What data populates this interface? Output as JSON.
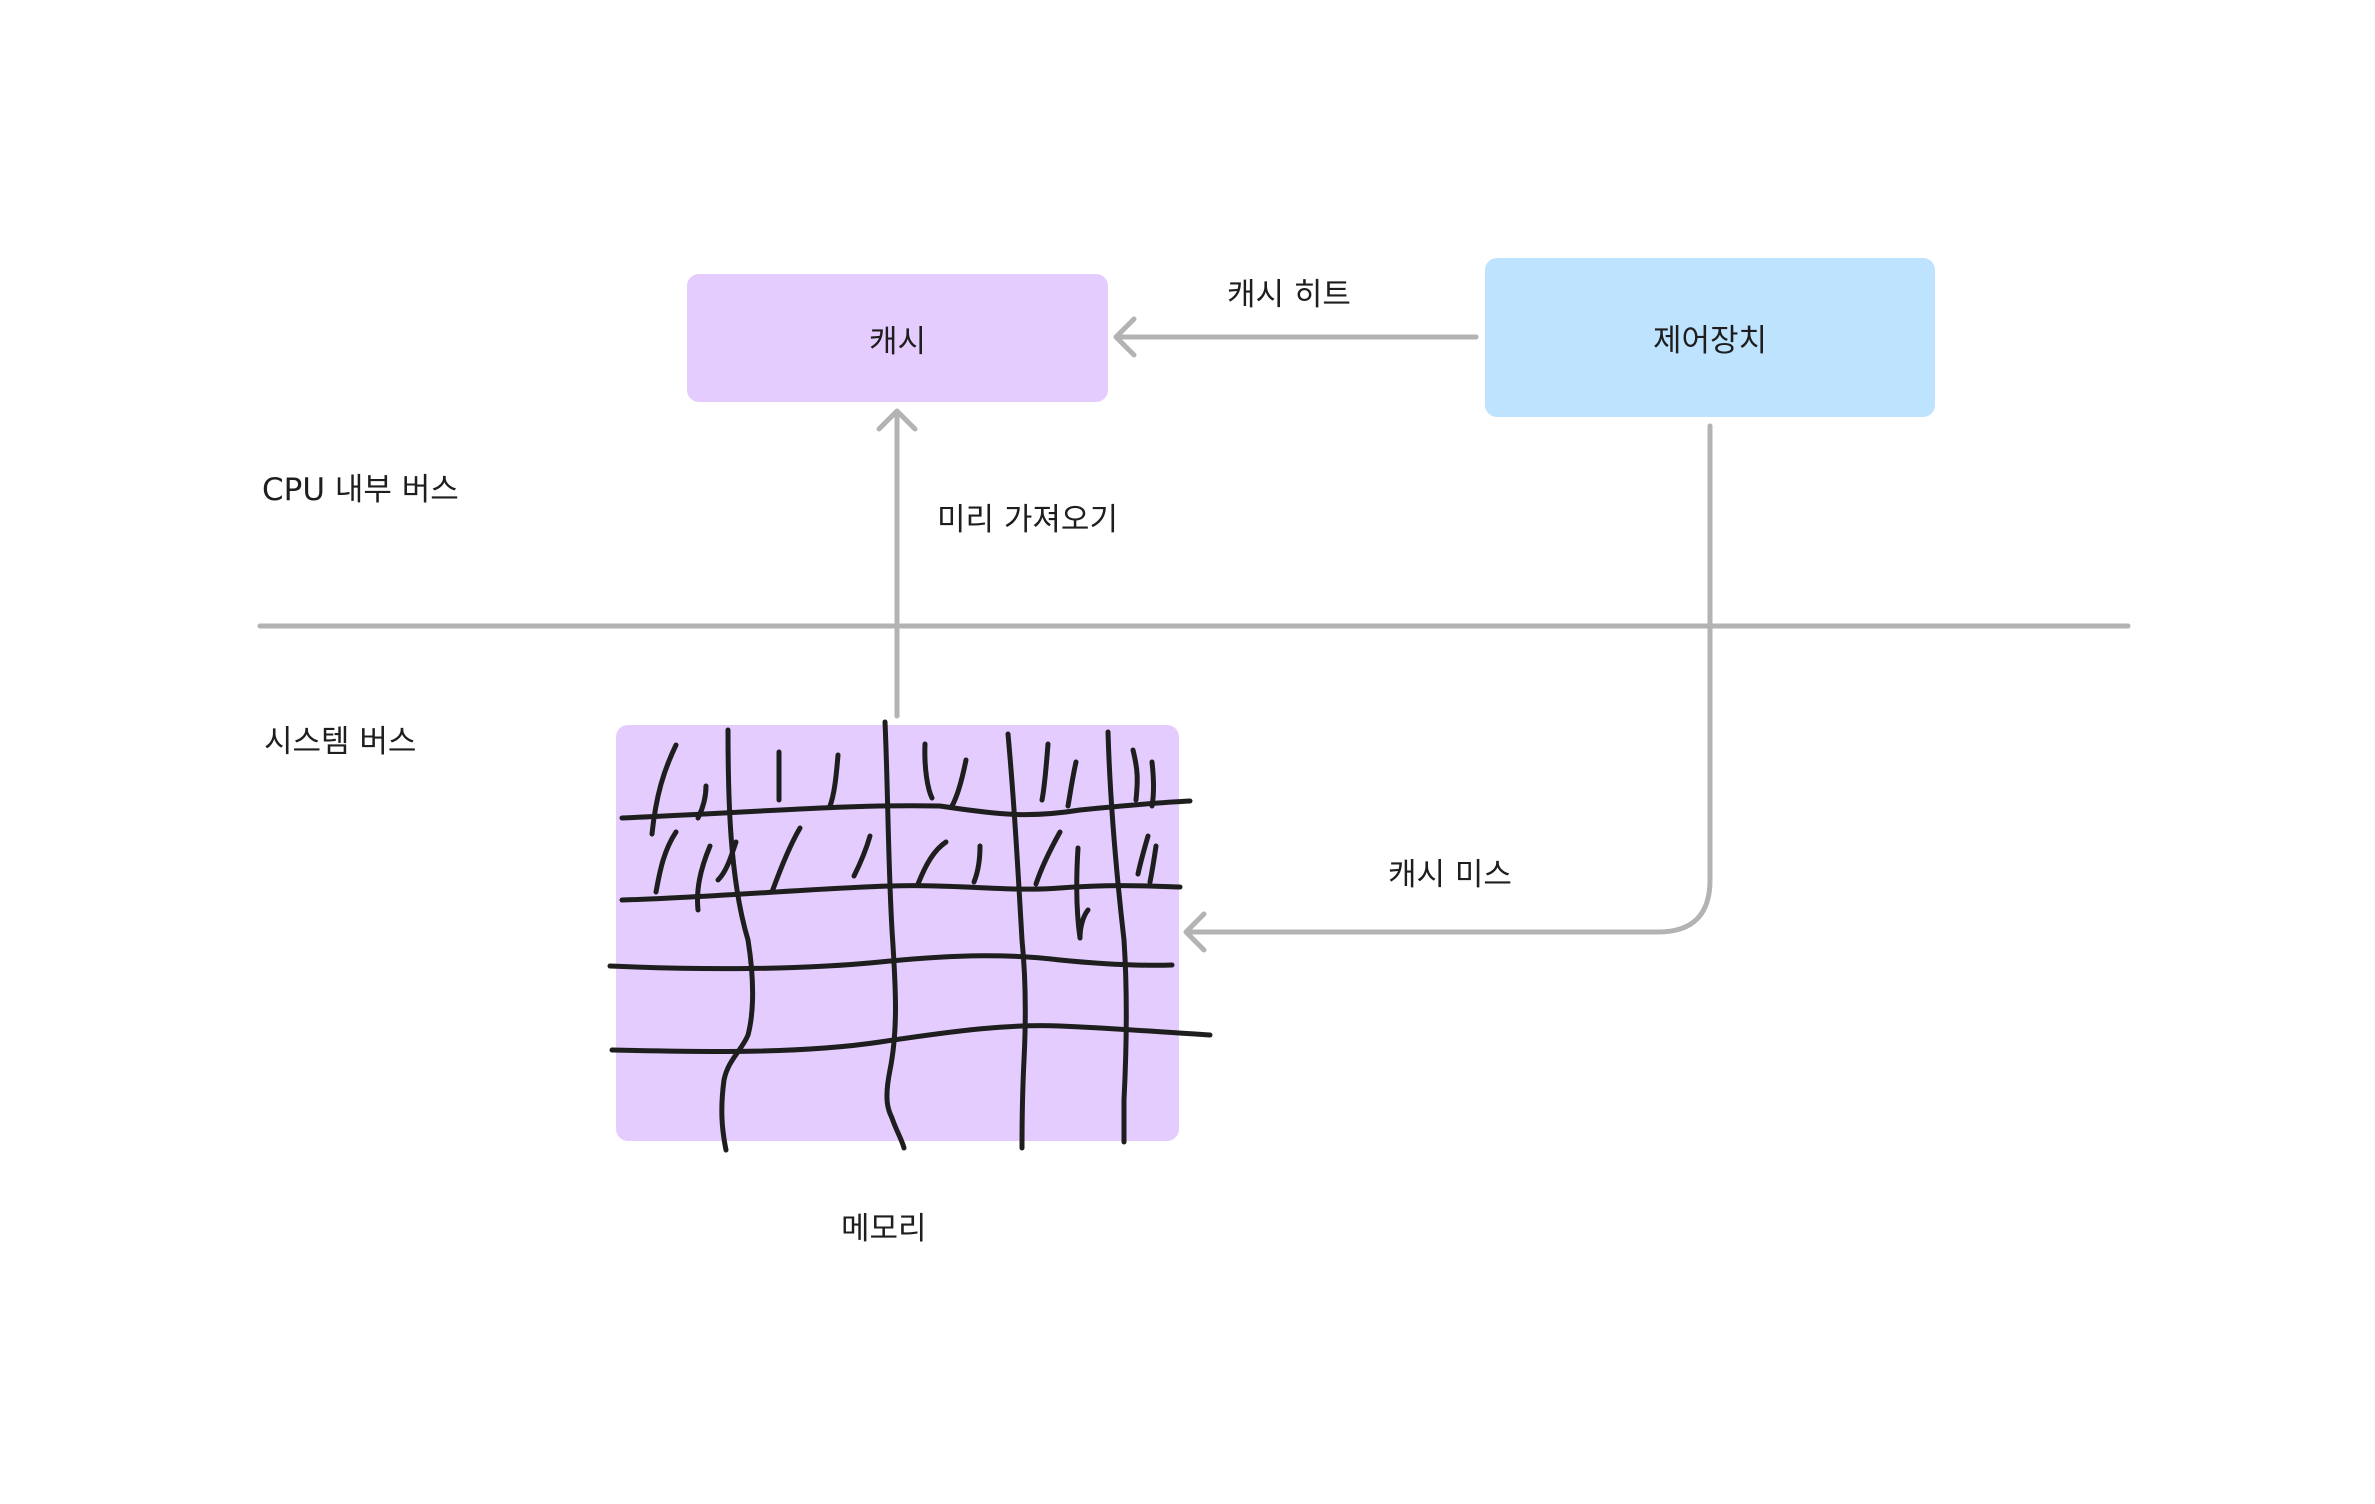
{
  "colors": {
    "cache_fill": "#e5ccff",
    "control_fill": "#bde3ff",
    "memory_fill": "#e5ccff",
    "connector": "#b3b3b3",
    "ink": "#1e1e1e"
  },
  "zones": {
    "cpu_bus": "CPU 내부 버스",
    "system_bus": "시스템 버스"
  },
  "nodes": {
    "cache": "캐시",
    "control_unit": "제어장치",
    "memory": "메모리"
  },
  "edges": {
    "cache_hit": "캐시 히트",
    "prefetch": "미리 가져오기",
    "cache_miss": "캐시 미스"
  },
  "icons": {
    "memory_grid": "hand-drawn-grid-icon"
  }
}
